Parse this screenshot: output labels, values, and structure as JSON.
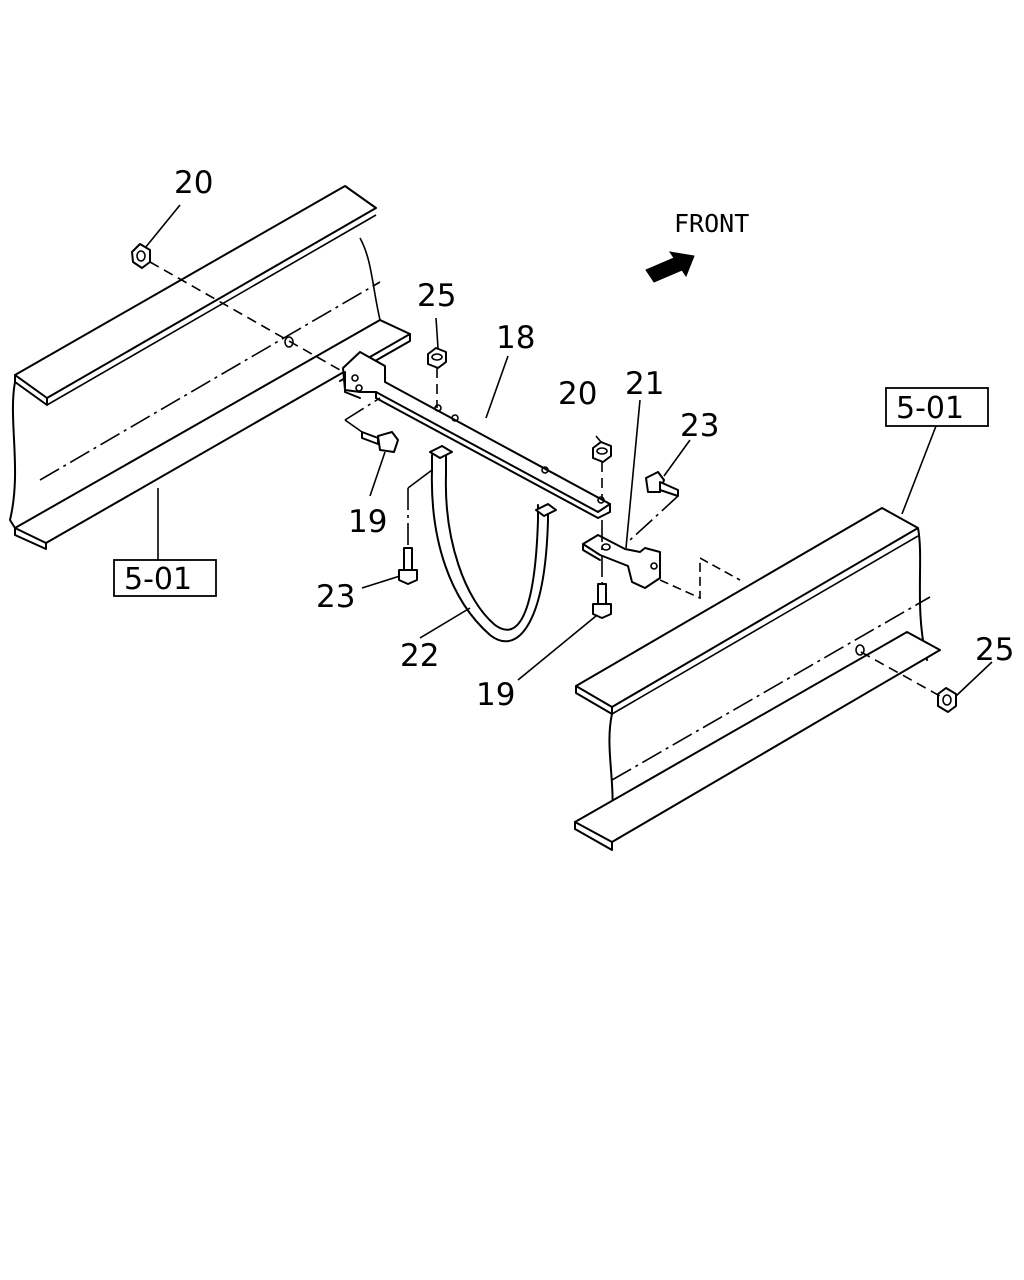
{
  "direction_label": "FRONT",
  "callouts": {
    "c20_top": "20",
    "c25_top": "25",
    "c18": "18",
    "c20_mid": "20",
    "c21": "21",
    "c23_right": "23",
    "c19_left": "19",
    "c23_left": "23",
    "c22": "22",
    "c19_right": "19",
    "c25_right": "25"
  },
  "references": {
    "left_frame": "5-01",
    "right_frame": "5-01"
  }
}
